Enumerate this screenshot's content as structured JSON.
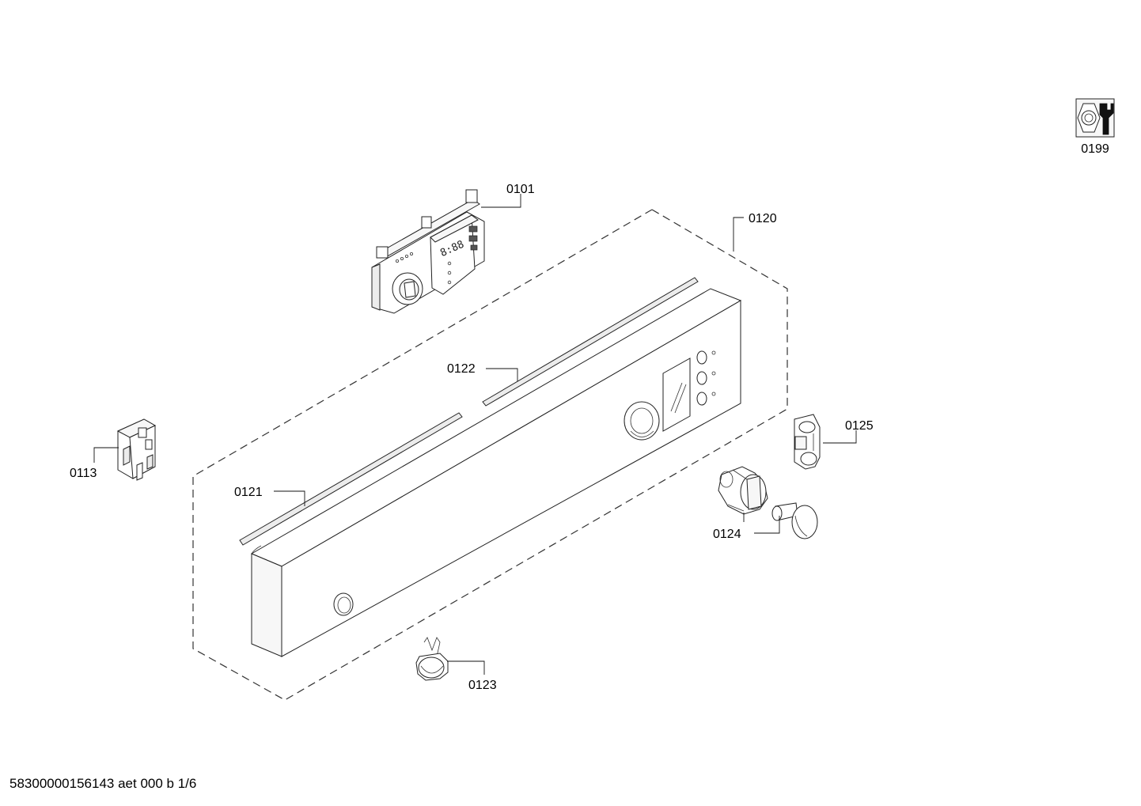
{
  "diagram": {
    "part_labels": {
      "p0101": "0101",
      "p0113": "0113",
      "p0120": "0120",
      "p0121": "0121",
      "p0122": "0122",
      "p0123": "0123",
      "p0124": "0124",
      "p0125": "0125",
      "p0199": "0199"
    },
    "display_digits": "8:88",
    "footer": "58300000156143 aet 000 b 1/6"
  },
  "colors": {
    "line": "#222222",
    "background": "#ffffff"
  },
  "icons": {
    "p0199": "hex-nut-wrench-icon"
  }
}
